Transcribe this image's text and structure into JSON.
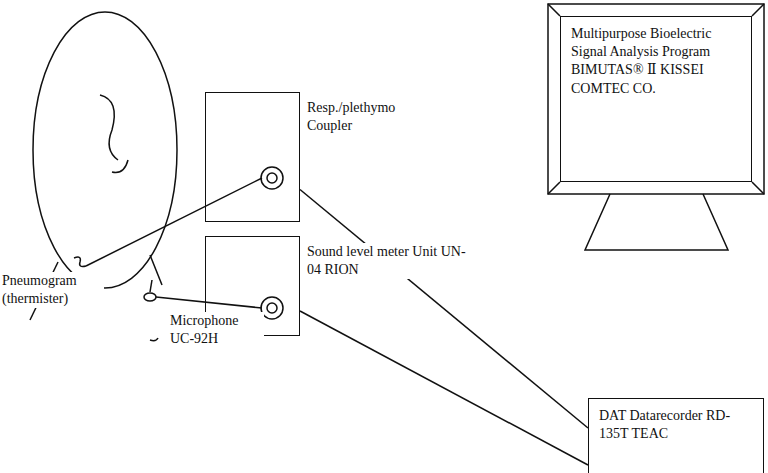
{
  "diagram": {
    "nodes": [
      {
        "text": [
          "Resp./plethymo Coupler"
        ]
      },
      {
        "text": [
          "Sound level meter Unit UN-04 RION"
        ]
      },
      {
        "text": [
          "Multipurpose Bioelectric Signal Analysis Program BIMUTAS® Ⅱ KISSEI COMTEC CO."
        ]
      },
      {
        "text": [
          "DAT Datarecorder RD-135T TEAC"
        ]
      }
    ],
    "edges": [
      {
        "from": 0,
        "to": 3,
        "arrow": "none"
      },
      {
        "from": 1,
        "to": 3,
        "arrow": "none"
      }
    ],
    "labels": [
      "Pneumogram (thermister)",
      "Microphone UC-92H"
    ]
  }
}
